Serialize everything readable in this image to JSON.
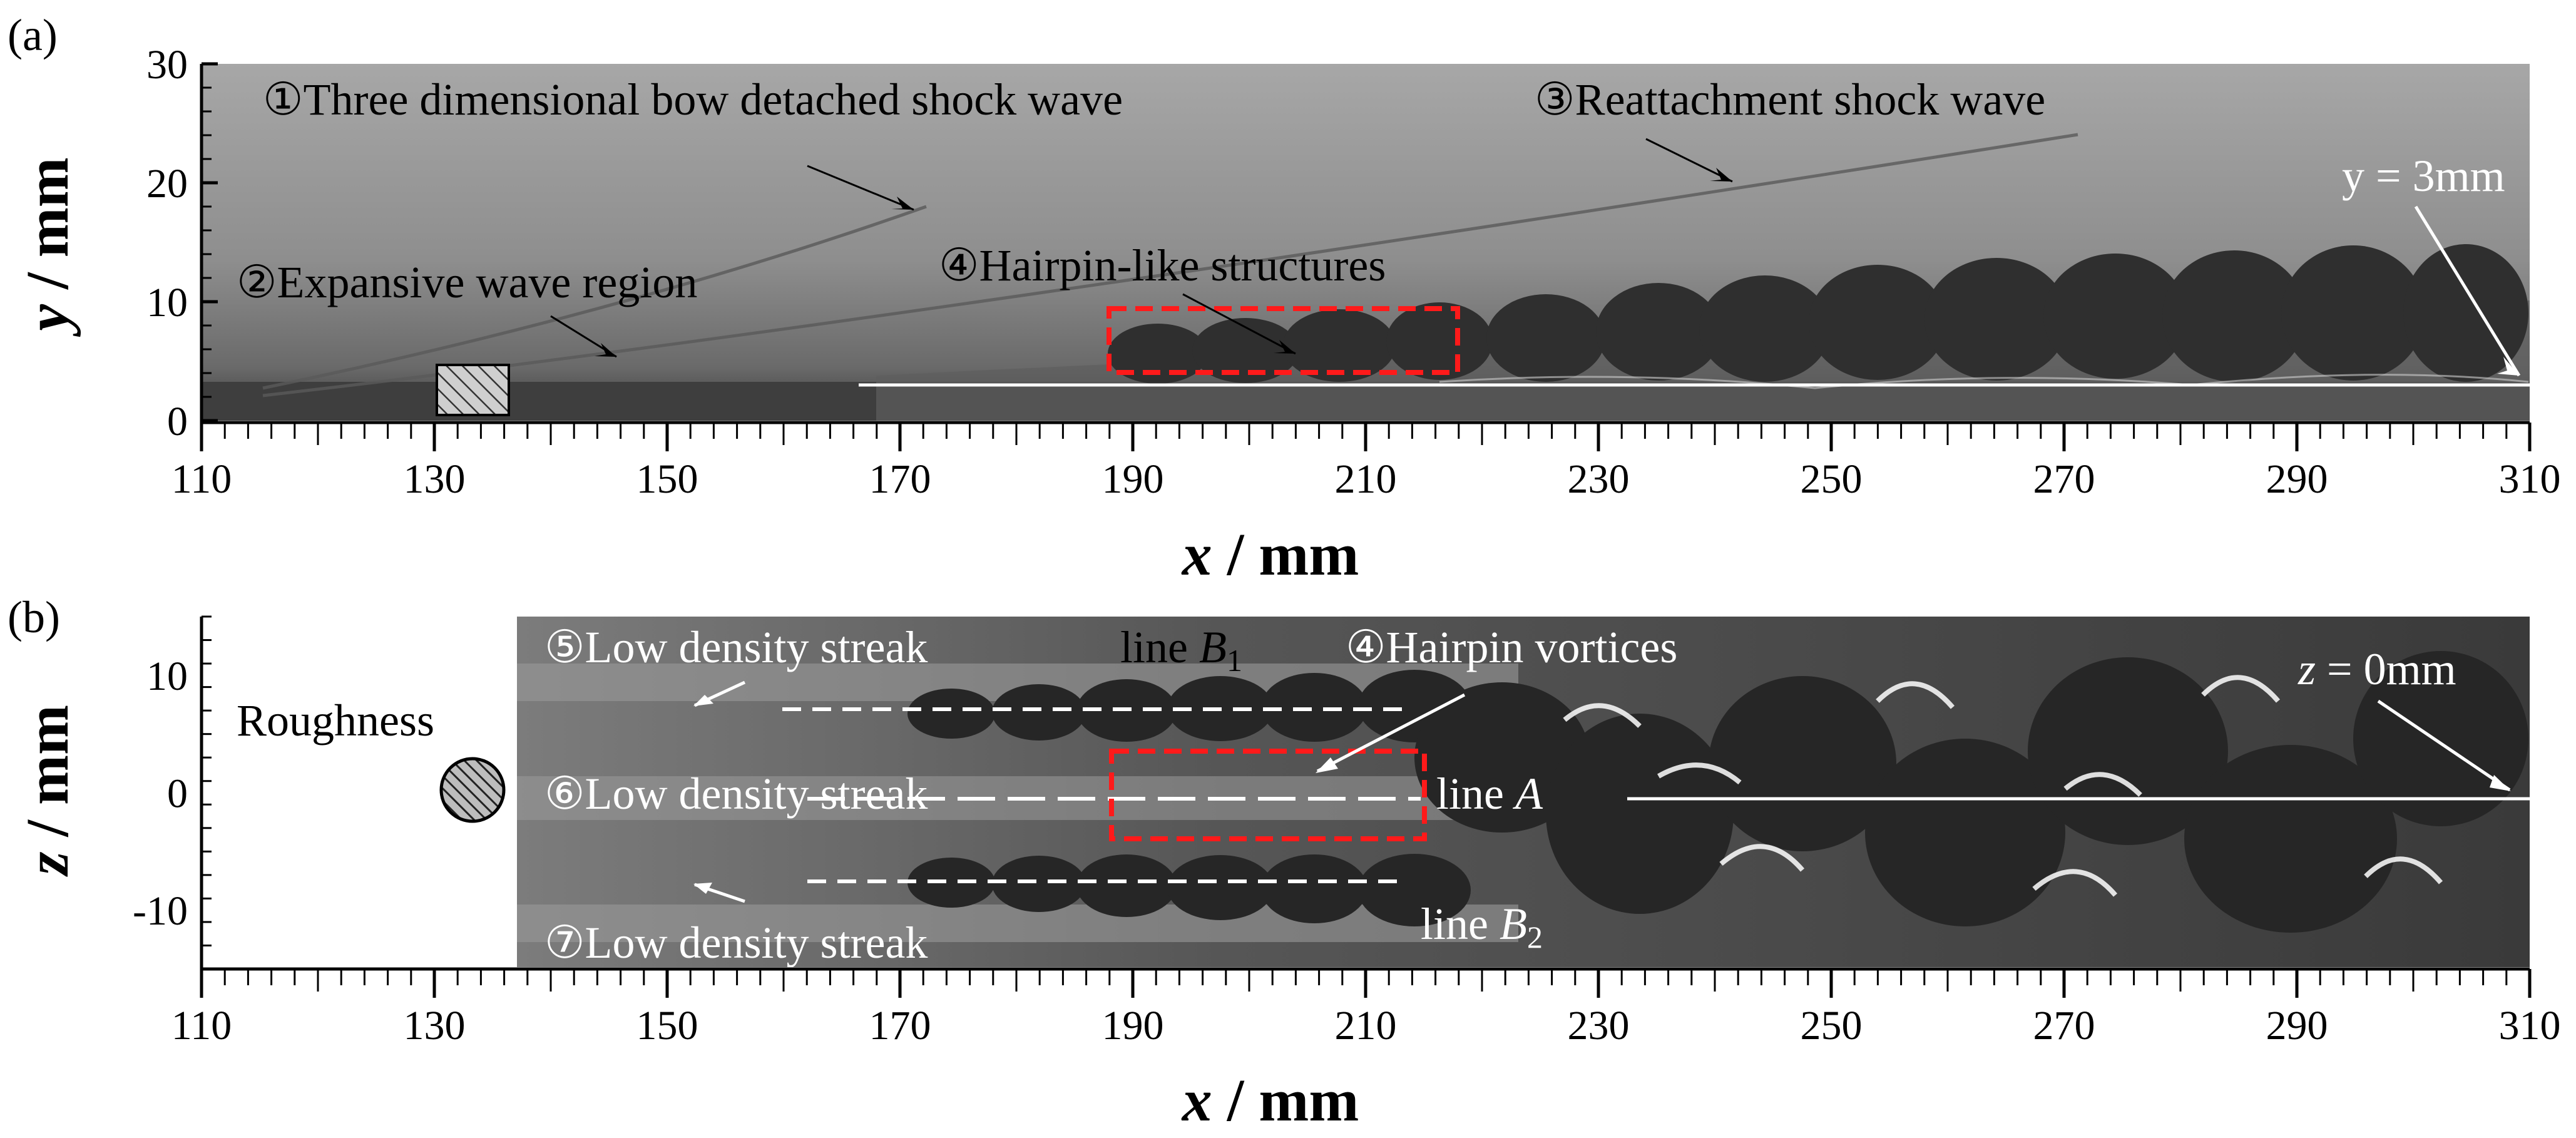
{
  "panel_a": {
    "tag": "(a)",
    "x_ticks": [
      "110",
      "130",
      "150",
      "170",
      "190",
      "210",
      "230",
      "250",
      "270",
      "290",
      "310"
    ],
    "y_ticks": [
      "0",
      "10",
      "20",
      "30"
    ],
    "xlabel_var": "x",
    "xlabel_unit": " / mm",
    "ylabel_var": "y",
    "ylabel_unit": " / mm",
    "annotations": {
      "bow_shock": "①Three dimensional bow detached shock wave",
      "expansive": "②Expansive wave region",
      "reattachment": "③Reattachment shock wave",
      "hairpin": "④Hairpin-like structures",
      "line_label": "y = 3mm"
    }
  },
  "panel_b": {
    "tag": "(b)",
    "x_ticks": [
      "110",
      "130",
      "150",
      "170",
      "190",
      "210",
      "230",
      "250",
      "270",
      "290",
      "310"
    ],
    "z_ticks": [
      "10",
      "0",
      "-10"
    ],
    "xlabel_var": "x",
    "xlabel_unit": " / mm",
    "zlabel_var": "z",
    "zlabel_unit": " / mm",
    "annotations": {
      "roughness": "Roughness",
      "streak_top": "⑤Low density streak",
      "streak_mid": "⑥Low density streak",
      "streak_bot": "⑦Low density streak",
      "hairpin": "④Hairpin vortices",
      "line_b1_base": "line ",
      "line_b1_var": "B",
      "line_b1_sub": "1",
      "line_a_base": "line ",
      "line_a_var": "A",
      "line_b2_base": "line ",
      "line_b2_var": "B",
      "line_b2_sub": "2",
      "z_line_var": "z",
      "z_line_rest": " = 0mm"
    }
  },
  "colors": {
    "marker": "#ff1a1a",
    "axis": "#000000",
    "annotation_white": "#ffffff"
  }
}
